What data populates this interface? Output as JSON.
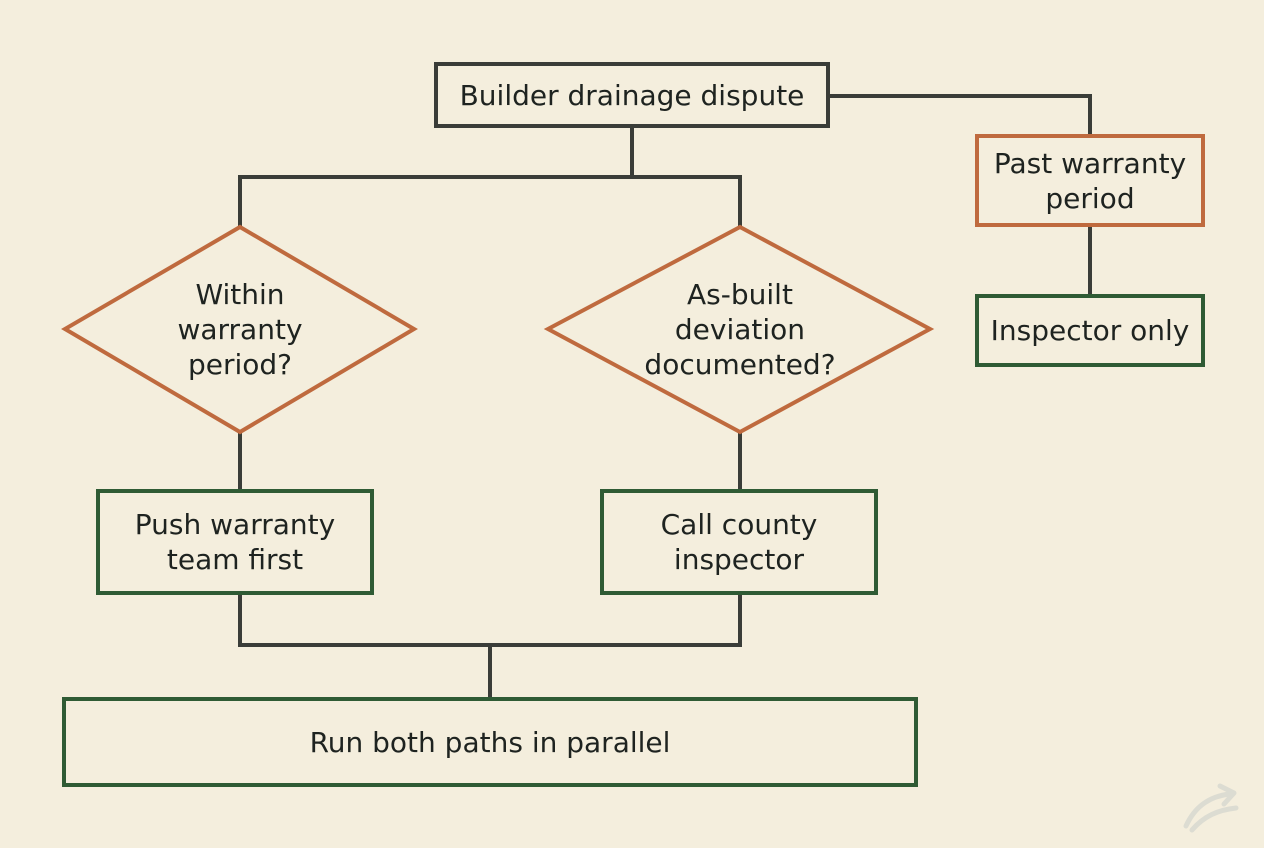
{
  "colors": {
    "background": "#f4eedd",
    "neutral_border": "#3a3d38",
    "decision_border": "#bf6a3e",
    "action_border": "#2f5b34",
    "connector": "#3a3d38",
    "text": "#1e2320"
  },
  "nodes": {
    "root": "Builder drainage dispute",
    "past_warranty": "Past warranty\nperiod",
    "inspector_only": "Inspector only",
    "within_warranty": "Within\nwarranty\nperiod?",
    "as_built": "As-built\ndeviation\ndocumented?",
    "push_warranty": "Push warranty\nteam first",
    "call_inspector": "Call county\ninspector",
    "run_parallel": "Run both paths in parallel"
  },
  "watermark_icon": "arrow-logo-icon"
}
